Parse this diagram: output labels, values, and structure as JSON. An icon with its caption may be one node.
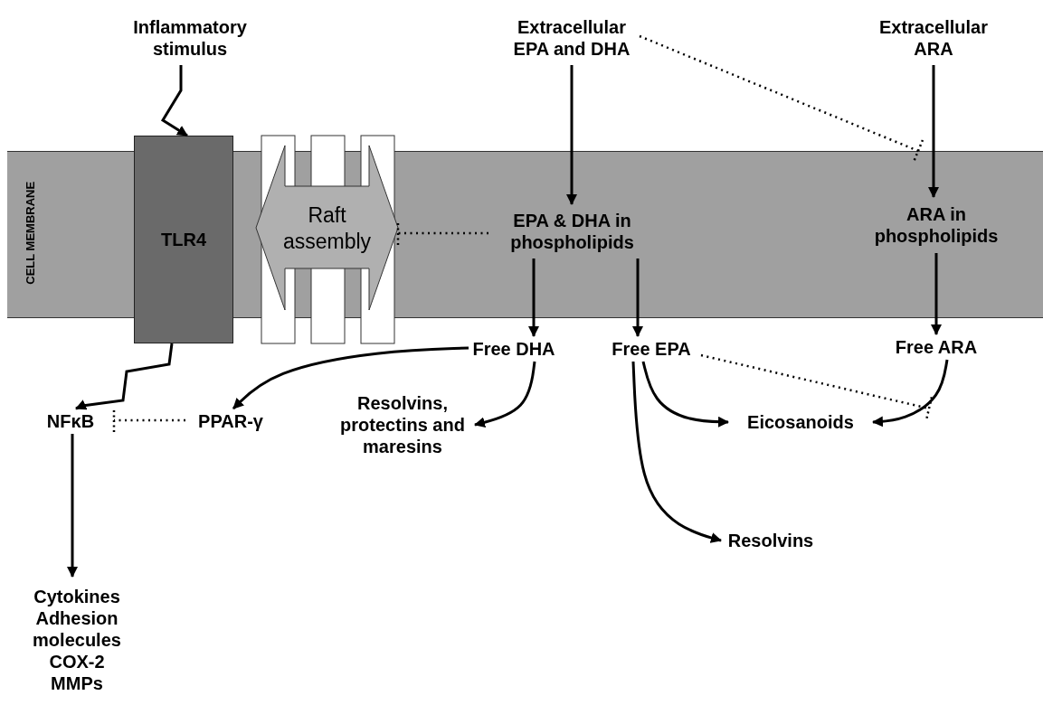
{
  "diagram": {
    "nodes": [
      {
        "text": [
          "Inflammatory stimulus"
        ]
      },
      {
        "text": [
          "Extracellular EPA and DHA"
        ]
      },
      {
        "text": [
          "Extracellular ARA"
        ]
      },
      {
        "text": [
          "CELL MEMBRANE"
        ]
      },
      {
        "text": [
          "TLR4"
        ]
      },
      {
        "text": [
          "Raft assembly"
        ],
        "in": 3
      },
      {
        "text": [
          "EPA & DHA in phospholipids"
        ],
        "in": 3
      },
      {
        "text": [
          "ARA in phospholipids"
        ],
        "in": 3
      },
      {
        "text": [
          "Free DHA"
        ]
      },
      {
        "text": [
          "Free EPA"
        ]
      },
      {
        "text": [
          "Free ARA"
        ]
      },
      {
        "text": [
          "NFκB"
        ]
      },
      {
        "text": [
          "PPAR-γ"
        ]
      },
      {
        "text": [
          "Resolvins, protectins and maresins"
        ]
      },
      {
        "text": [
          "Eicosanoids"
        ]
      },
      {
        "text": [
          "Resolvins"
        ]
      },
      {
        "text": [
          "Cytokines",
          "Adhesion molecules",
          "COX-2",
          "MMPs"
        ]
      }
    ],
    "edges": [
      {
        "from": 0,
        "to": 4,
        "arrow": "to"
      },
      {
        "from": 4,
        "to": 11,
        "arrow": "to"
      },
      {
        "from": 1,
        "to": 6,
        "arrow": "to"
      },
      {
        "from": 1,
        "to": 3,
        "arrow": "other",
        "style": "dashed"
      },
      {
        "from": 2,
        "to": 7,
        "arrow": "to"
      },
      {
        "from": 6,
        "to": 5,
        "arrow": "other",
        "style": "dashed"
      },
      {
        "from": 6,
        "to": 8,
        "arrow": "to"
      },
      {
        "from": 6,
        "to": 9,
        "arrow": "to"
      },
      {
        "from": 7,
        "to": 10,
        "arrow": "to"
      },
      {
        "from": 8,
        "to": 12,
        "arrow": "to"
      },
      {
        "from": 8,
        "to": 13,
        "arrow": "to"
      },
      {
        "from": 9,
        "to": 14,
        "arrow": "to"
      },
      {
        "from": 9,
        "to": 15,
        "arrow": "to"
      },
      {
        "from": 10,
        "to": 14,
        "arrow": "to"
      },
      {
        "from": 9,
        "to": null,
        "arrow": "other",
        "style": "dashed"
      },
      {
        "from": 12,
        "to": 11,
        "arrow": "other",
        "style": "dashed"
      },
      {
        "from": 11,
        "to": 16,
        "arrow": "to"
      }
    ]
  }
}
